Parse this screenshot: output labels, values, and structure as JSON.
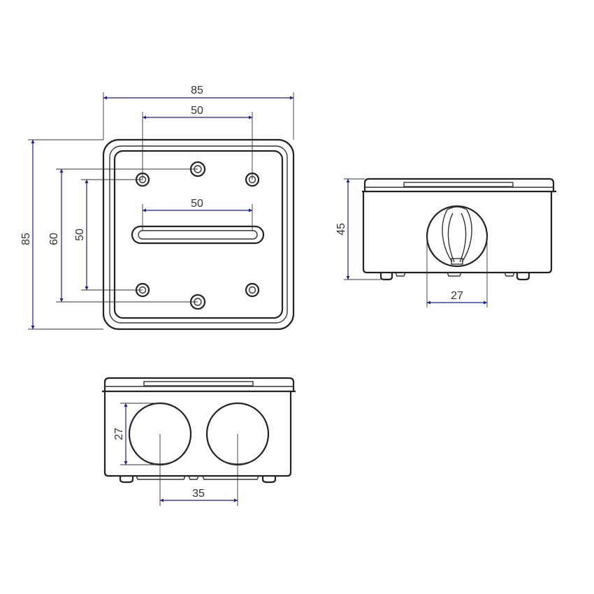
{
  "colors": {
    "outline": "#222222",
    "dimension": "#1a1f8c",
    "text": "#333333",
    "background": "#ffffff"
  },
  "top_view": {
    "width_label": "85",
    "hole_spacing_label": "50",
    "slot_length_label": "50",
    "height_label": "85",
    "mount_spacing_label": "60",
    "hole_vertical_label": "50"
  },
  "side_view": {
    "height_label": "45",
    "entry_diameter_label": "27"
  },
  "front_view": {
    "entry_diameter_label": "27",
    "entry_spacing_label": "35"
  }
}
